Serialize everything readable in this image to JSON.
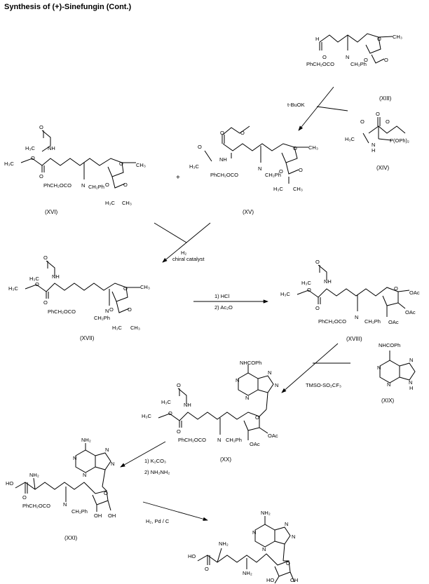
{
  "title": "Synthesis of (+)-Sinefungin (Cont.)",
  "compounds": [
    {
      "id": "XIII",
      "label": "(XIII)",
      "groups": [
        "O",
        "N",
        "PhCH₂OCO",
        "CH₂Ph",
        "O",
        "O",
        "O",
        "CH₃"
      ]
    },
    {
      "id": "XIV",
      "label": "(XIV)",
      "groups": [
        "O",
        "O",
        "O",
        "H₃C",
        "N",
        "H",
        "P(OPh)₂"
      ]
    },
    {
      "id": "XV",
      "label": "(XV)",
      "groups": [
        "O",
        "O",
        "O",
        "H₃C",
        "NH",
        "PhCH₂OCO",
        "N",
        "CH₂Ph",
        "O",
        "O",
        "O",
        "CH₃",
        "H₃C",
        "CH₃"
      ]
    },
    {
      "id": "XVI",
      "label": "(XVI)",
      "groups": [
        "O",
        "NH",
        "H₃C",
        "H₃C",
        "O",
        "O",
        "PhCH₂OCO",
        "N",
        "CH₂Ph",
        "O",
        "O",
        "O",
        "CH₃",
        "H₃C",
        "CH₃"
      ]
    },
    {
      "id": "XVII",
      "label": "(XVII)",
      "groups": [
        "O",
        "NH",
        "H₃C",
        "H₃C",
        "O",
        "O",
        "PhCH₂OCO",
        "N",
        "CH₂Ph",
        "O",
        "O",
        "O",
        "CH₃",
        "H₃C",
        "CH₃"
      ]
    },
    {
      "id": "XVIII",
      "label": "(XVIII)",
      "groups": [
        "O",
        "NH",
        "H₃C",
        "H₃C",
        "O",
        "O",
        "PhCH₂OCO",
        "N",
        "CH₂Ph",
        "O",
        "OAc",
        "OAc",
        "OAc"
      ]
    },
    {
      "id": "XIX",
      "label": "(XIX)",
      "groups": [
        "NHCOPh",
        "N",
        "N",
        "N",
        "N",
        "H"
      ]
    },
    {
      "id": "XX",
      "label": "(XX)",
      "groups": [
        "NHCOPh",
        "N",
        "N",
        "N",
        "N",
        "O",
        "NH",
        "H₃C",
        "H₃C",
        "O",
        "O",
        "PhCH₂OCO",
        "N",
        "CH₂Ph",
        "O",
        "OAc",
        "OAc"
      ]
    },
    {
      "id": "XXI",
      "label": "(XXI)",
      "groups": [
        "NH₂",
        "N",
        "N",
        "N",
        "N",
        "HO",
        "NH₂",
        "O",
        "PhCH₂OCO",
        "N",
        "CH₂Ph",
        "O",
        "OH",
        "OH"
      ]
    },
    {
      "id": "final",
      "label": "",
      "groups": [
        "NH₂",
        "N",
        "N",
        "N",
        "N",
        "HO",
        "NH₂",
        "O",
        "NH₂",
        "O",
        "HO",
        "OH"
      ]
    }
  ],
  "plus_sign": "+",
  "reagents": {
    "step1": "t-BuOK",
    "step2_line1": "H₂",
    "step2_line2": "chiral catalyst",
    "step3_line1": "1) HCl",
    "step3_line2": "2) Ac₂O",
    "step4": "TMSO-SO₂CF₃",
    "step5_line1": "1) K₂CO₃",
    "step5_line2": "2) NH₂NH₂",
    "step6": "H₂, Pd / C"
  }
}
